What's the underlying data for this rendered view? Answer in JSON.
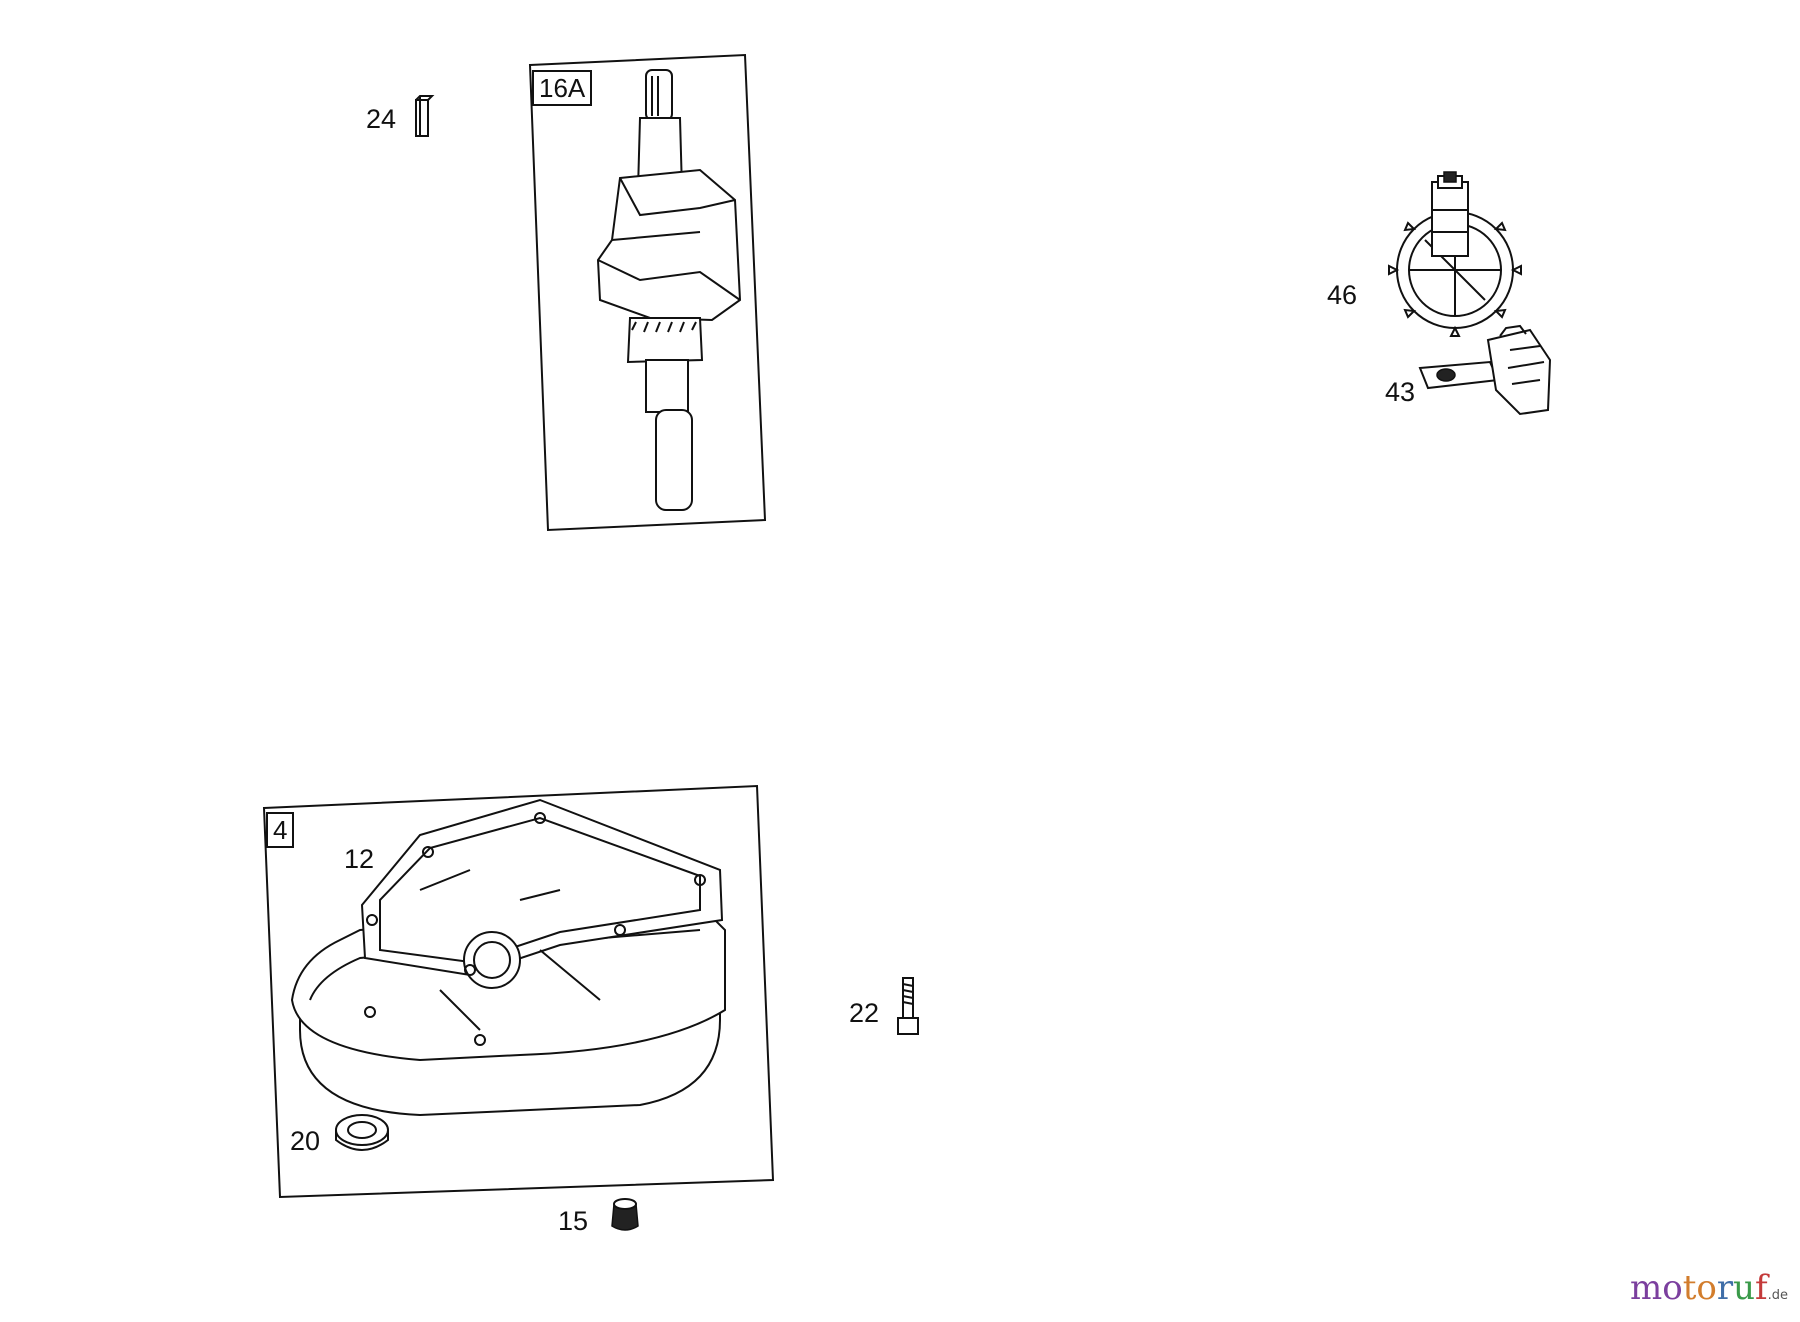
{
  "labels": {
    "part_24": "24",
    "part_16A": "16A",
    "part_46": "46",
    "part_43": "43",
    "part_4": "4",
    "part_12": "12",
    "part_22": "22",
    "part_20": "20",
    "part_15": "15"
  },
  "watermark": {
    "part1": "mo",
    "part2": "to",
    "part3": "r",
    "part4": "u",
    "part5": "f",
    "tld": ".de"
  }
}
